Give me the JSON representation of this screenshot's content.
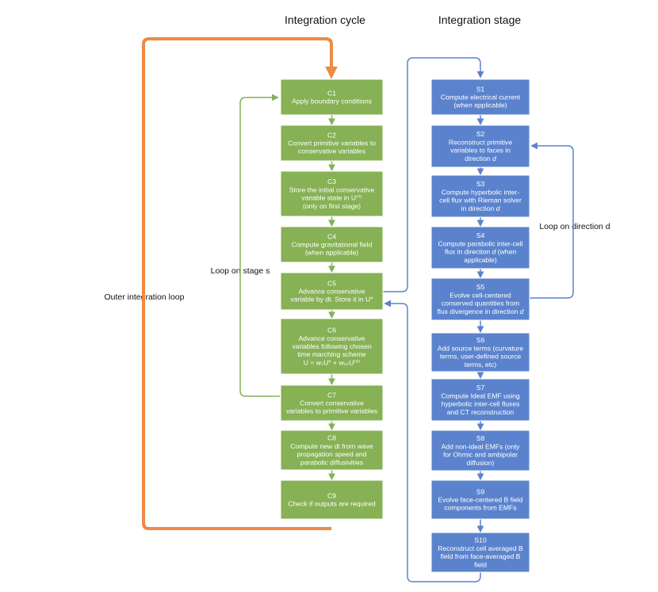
{
  "headings": {
    "cycle": "Integration cycle",
    "stage": "Integration stage"
  },
  "labels": {
    "outer_loop": "Outer integration loop",
    "stage_loop": "Loop on stage s",
    "direction_loop": "Loop on direction d"
  },
  "colors": {
    "green_box": "#86b155",
    "green_line": "#86b155",
    "blue_box": "#5b83cd",
    "blue_line": "#5b83cd",
    "orange_loop": "#ec8a46"
  },
  "cycle_steps": [
    {
      "id": "C1",
      "lines": [
        "Apply boundary conditions"
      ]
    },
    {
      "id": "C2",
      "lines": [
        "Convert primitive variables to",
        "conservative variables"
      ]
    },
    {
      "id": "C3",
      "lines": [
        "Store the initial conservative",
        "variable state in U⁽⁰⁾",
        "(only on first stage)"
      ]
    },
    {
      "id": "C4",
      "lines": [
        "Compute gravitational field",
        "(when applicable)"
      ]
    },
    {
      "id": "C5",
      "lines": [
        "Advance conservative",
        "variable by dt. Store it in U*"
      ]
    },
    {
      "id": "C6",
      "lines": [
        "Advance conservative",
        "variables following chosen",
        "time marching scheme",
        "U = wₛU* + w₀ₛU⁽⁰⁾"
      ]
    },
    {
      "id": "C7",
      "lines": [
        "Convert conservative",
        "variables to primitive variables"
      ]
    },
    {
      "id": "C8",
      "lines": [
        "Compute new dt from wave",
        "propagation speed and",
        "parabolic diffusivities"
      ]
    },
    {
      "id": "C9",
      "lines": [
        "Check if outputs are required"
      ]
    }
  ],
  "stage_steps": [
    {
      "id": "S1",
      "lines": [
        "Compute electrical current",
        "(when applicable)"
      ]
    },
    {
      "id": "S2",
      "lines": [
        "Reconstruct primitive",
        "variables to faces in",
        "direction d"
      ]
    },
    {
      "id": "S3",
      "lines": [
        "Compute hyperbolic inter-",
        "cell flux with Rieman solver",
        "in direction d"
      ]
    },
    {
      "id": "S4",
      "lines": [
        "Compute parabolic inter-cell",
        "flux in direction d (when",
        "applicable)"
      ]
    },
    {
      "id": "S5",
      "lines": [
        "Evolve cell-centered",
        "conserved quantities from",
        "flux divergence in direction d"
      ]
    },
    {
      "id": "S6",
      "lines": [
        "Add source terms (curvature",
        "terms, user-defined source",
        "terms, etc)"
      ]
    },
    {
      "id": "S7",
      "lines": [
        "Compute Ideal EMF using",
        "hyperbolic inter-cell fluxes",
        "and CT reconstruction"
      ]
    },
    {
      "id": "S8",
      "lines": [
        "Add non-ideal EMFs (only",
        "for Ohmic and ambipolar",
        "diffusion)"
      ]
    },
    {
      "id": "S9",
      "lines": [
        "Evolve face-centered B field",
        "components from EMFs"
      ]
    },
    {
      "id": "S10",
      "lines": [
        "Reconstruct cell averaged B",
        "field from face-averaged B",
        "field"
      ]
    }
  ]
}
